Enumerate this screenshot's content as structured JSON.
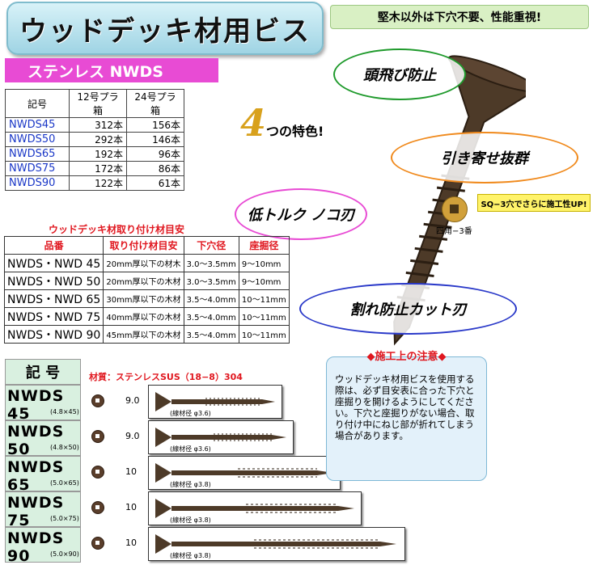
{
  "title": "ウッドデッキ材用ビス",
  "subtitle": "ステンレス NWDS",
  "top_note": "堅木以外は下穴不要、性能重視!",
  "features": {
    "number": "4",
    "label": "つの特色!",
    "items": [
      "頭飛び防止",
      "引き寄せ抜群",
      "低トルク ノコ刃",
      "割れ防止カット刃"
    ]
  },
  "sq_note": "SQ−3穴でさらに施工性UP!",
  "sq_label": "四角−3番",
  "pack_table": {
    "headers": [
      "記号",
      "12号プラ箱",
      "24号プラ箱"
    ],
    "rows": [
      [
        "NWDS45",
        "312本",
        "156本"
      ],
      [
        "NWDS50",
        "292本",
        "146本"
      ],
      [
        "NWDS65",
        "192本",
        "96本"
      ],
      [
        "NWDS75",
        "172本",
        "86本"
      ],
      [
        "NWDS90",
        "122本",
        "61本"
      ]
    ]
  },
  "guide_table": {
    "caption": "ウッドデッキ材取り付け材目安",
    "headers": [
      "品番",
      "取り付け材目安",
      "下穴径",
      "座掘径"
    ],
    "rows": [
      [
        "NWDS・NWD 45",
        "20mm厚以下の材木",
        "3.0〜3.5mm",
        "9〜10mm"
      ],
      [
        "NWDS・NWD 50",
        "20mm厚以下の木材",
        "3.0〜3.5mm",
        "9〜10mm"
      ],
      [
        "NWDS・NWD 65",
        "30mm厚以下の木材",
        "3.5〜4.0mm",
        "10〜11mm"
      ],
      [
        "NWDS・NWD 75",
        "40mm厚以下の木材",
        "3.5〜4.0mm",
        "10〜11mm"
      ],
      [
        "NWDS・NWD 90",
        "45mm厚以下の木材",
        "3.5〜4.0mm",
        "10〜11mm"
      ]
    ]
  },
  "spec": {
    "header": "記 号",
    "material": "材質：ステンレスSUS（18−8）304",
    "items": [
      {
        "name": "NWDS 45",
        "size": "(4.8×45)",
        "head": "9.0",
        "wire": "(線材径 φ3.6)"
      },
      {
        "name": "NWDS 50",
        "size": "(4.8×50)",
        "head": "9.0",
        "wire": "(線材径 φ3.6)"
      },
      {
        "name": "NWDS 65",
        "size": "(5.0×65)",
        "head": "10",
        "wire": "(線材径 φ3.8)"
      },
      {
        "name": "NWDS 75",
        "size": "(5.0×75)",
        "head": "10",
        "wire": "(線材径 φ3.8)"
      },
      {
        "name": "NWDS 90",
        "size": "(5.0×90)",
        "head": "10",
        "wire": "(線材径 φ3.8)"
      }
    ]
  },
  "caution": {
    "title": "◆施工上の注意◆",
    "body": "ウッドデッキ材用ビスを使用する際は、必ず目安表に合った下穴と座掘りを開けるようにしてください。下穴と座掘りがない場合、取り付け中にねじ部が折れてしまう場合があります。"
  },
  "colors": {
    "accent_magenta": "#e84bd4",
    "code_blue": "#1a37c7",
    "red": "#e0171f"
  }
}
